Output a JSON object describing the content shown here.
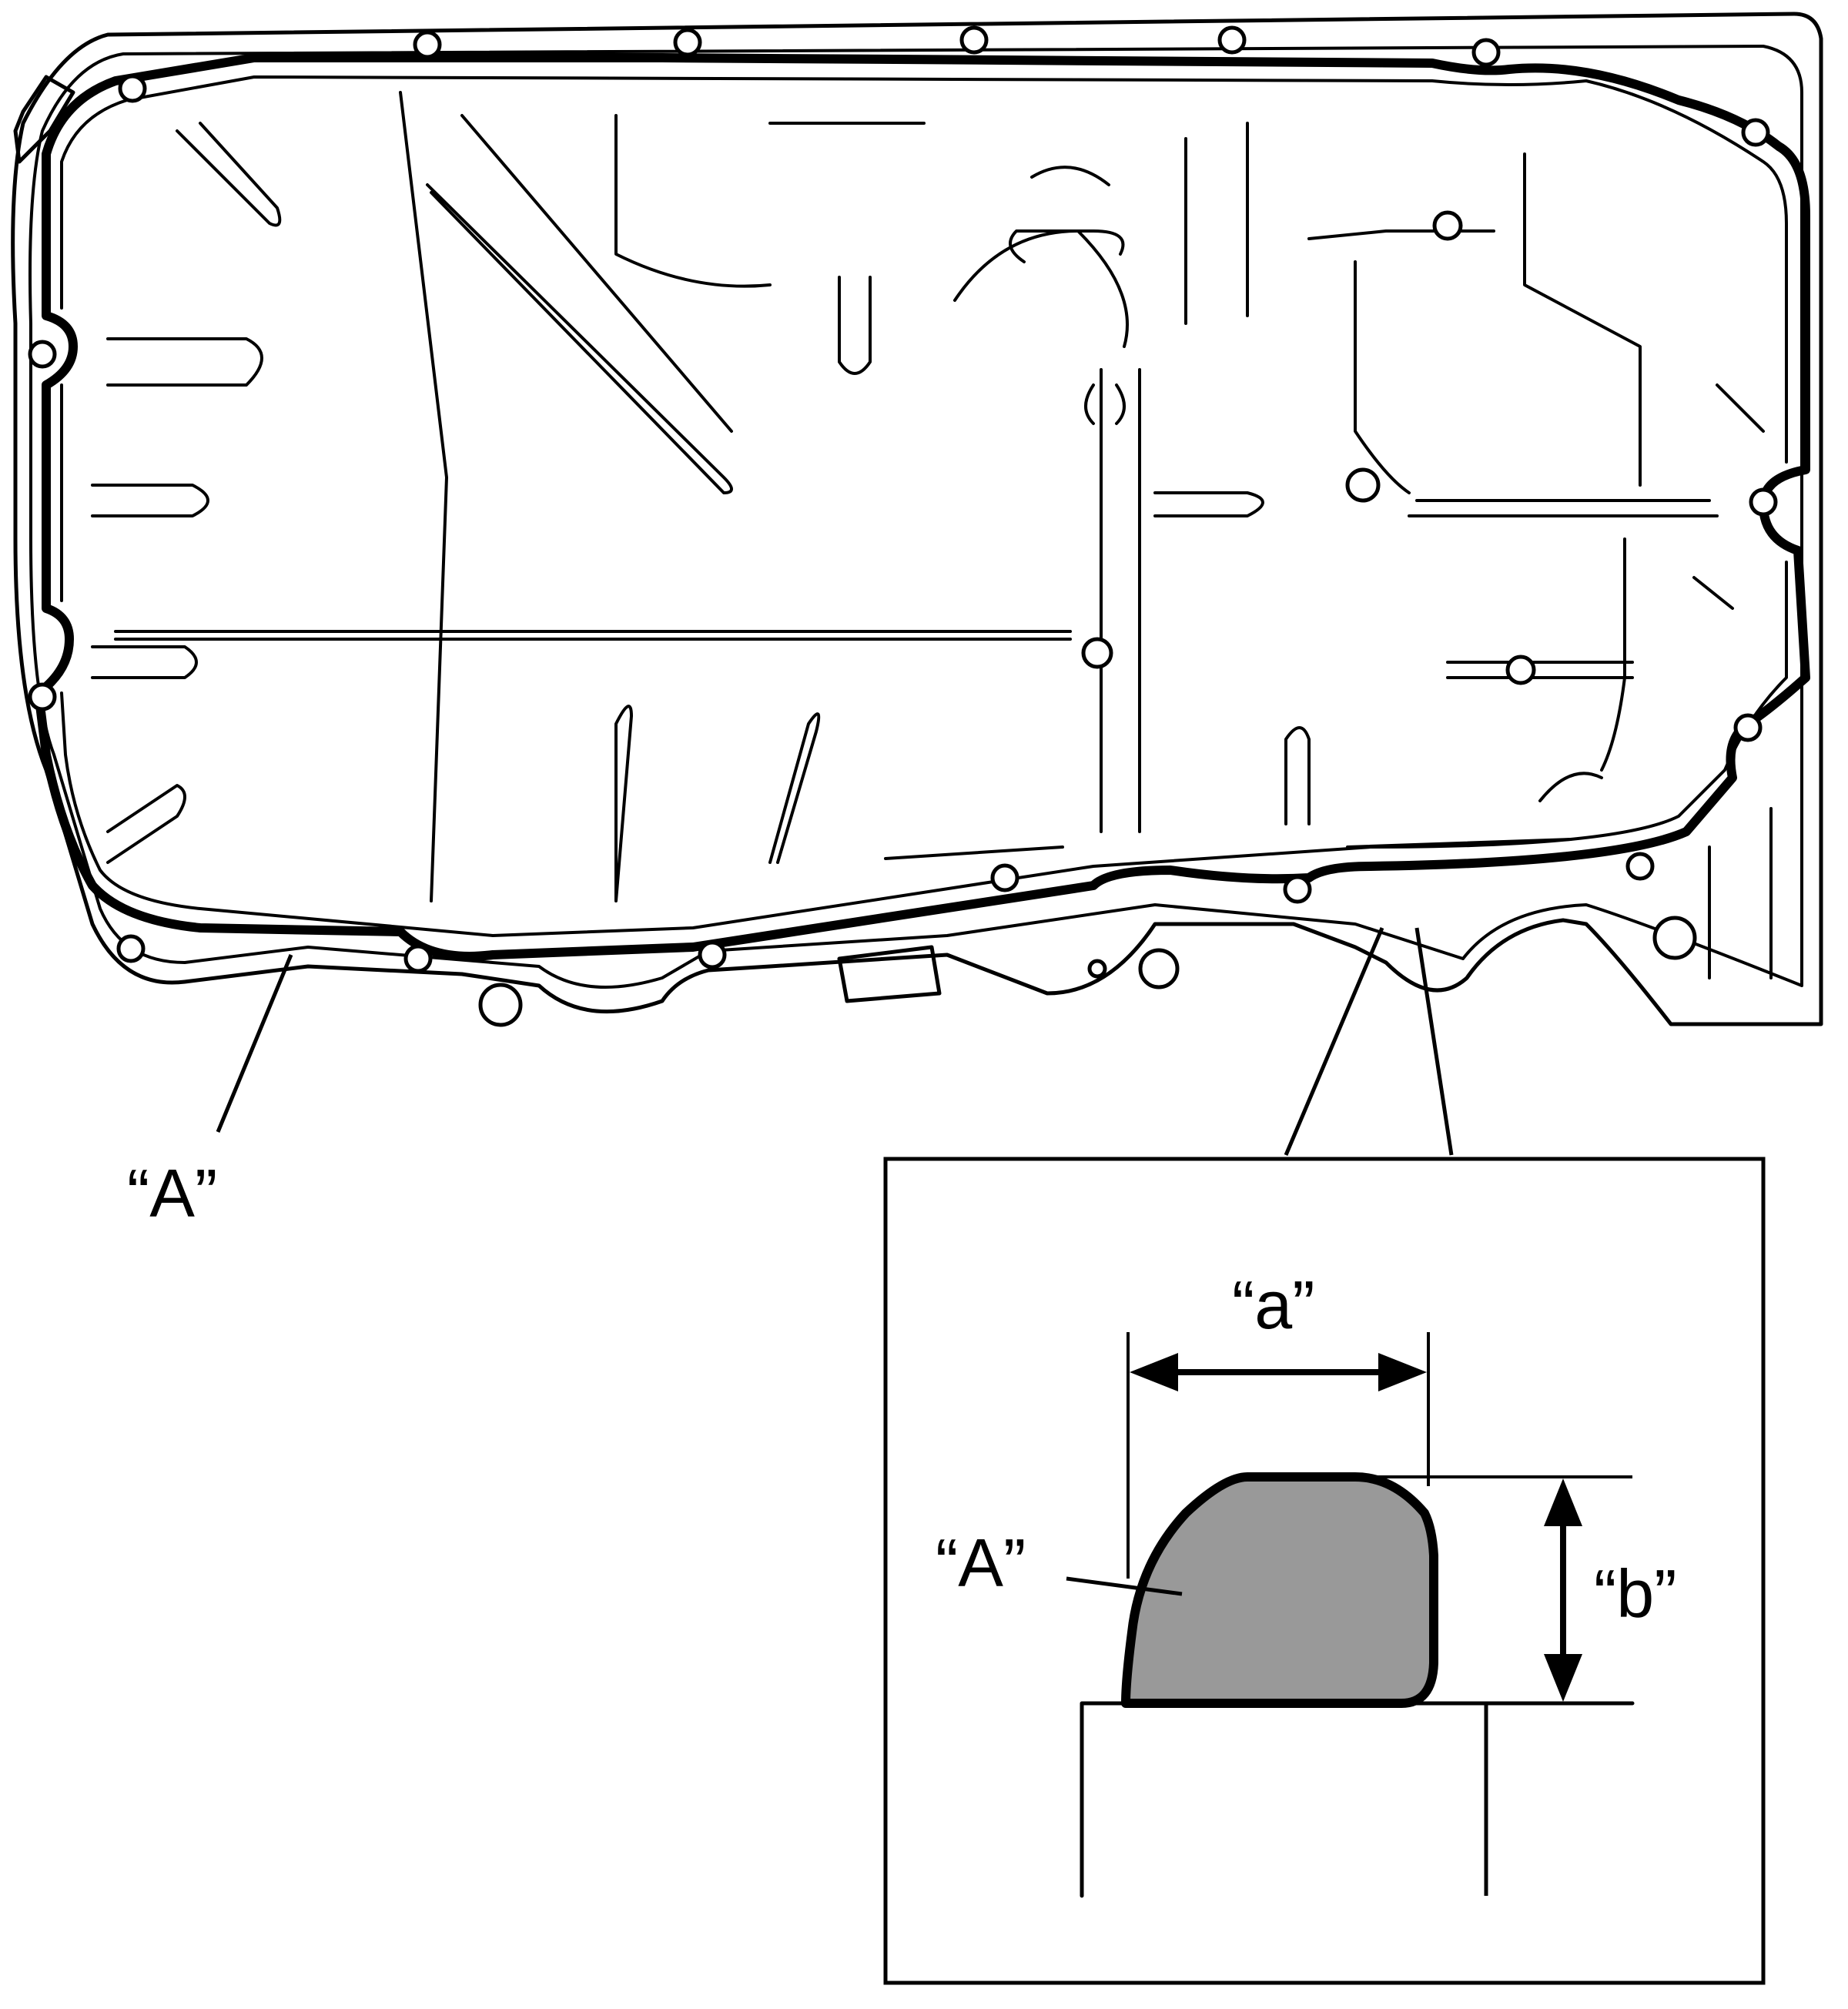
{
  "labels": {
    "sealant_callout": "“A”",
    "detail_sealant": "“A”",
    "width_dim": "“a”",
    "height_dim": "“b”"
  },
  "colors": {
    "sealant_fill": "#999999",
    "line": "#000000",
    "background": "#ffffff"
  }
}
